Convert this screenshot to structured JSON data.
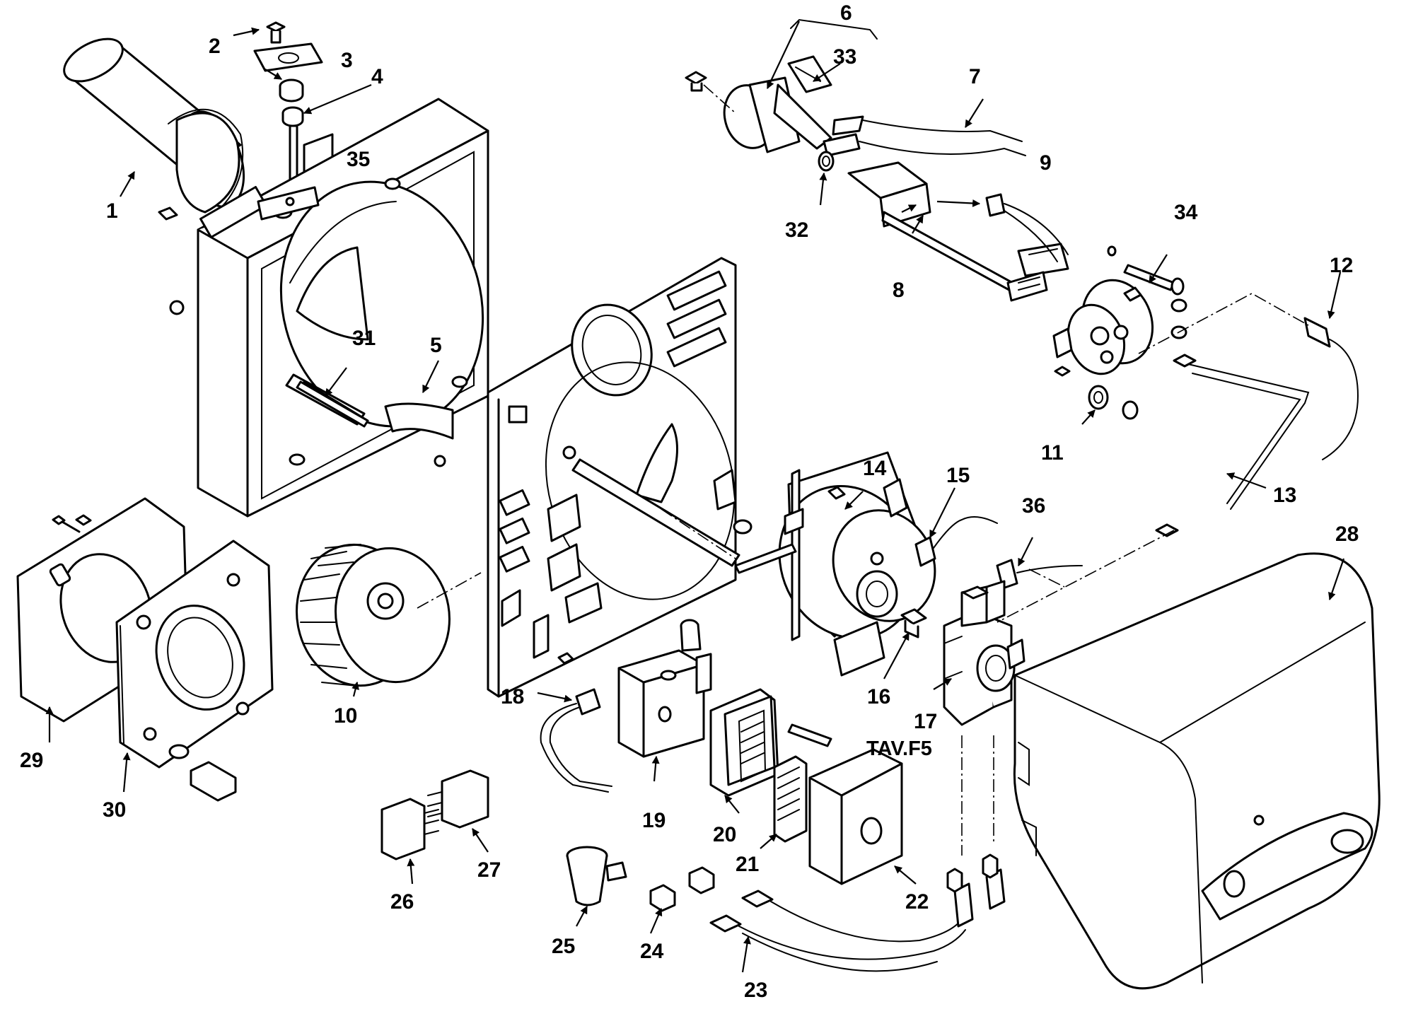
{
  "diagram": {
    "reference": "TAV.F5",
    "part_numbers": [
      "1",
      "2",
      "3",
      "4",
      "5",
      "6",
      "7",
      "8",
      "9",
      "10",
      "11",
      "12",
      "13",
      "14",
      "15",
      "16",
      "17",
      "18",
      "19",
      "20",
      "21",
      "22",
      "23",
      "24",
      "25",
      "26",
      "27",
      "28",
      "29",
      "30",
      "31",
      "32",
      "33",
      "34",
      "35",
      "36"
    ]
  }
}
